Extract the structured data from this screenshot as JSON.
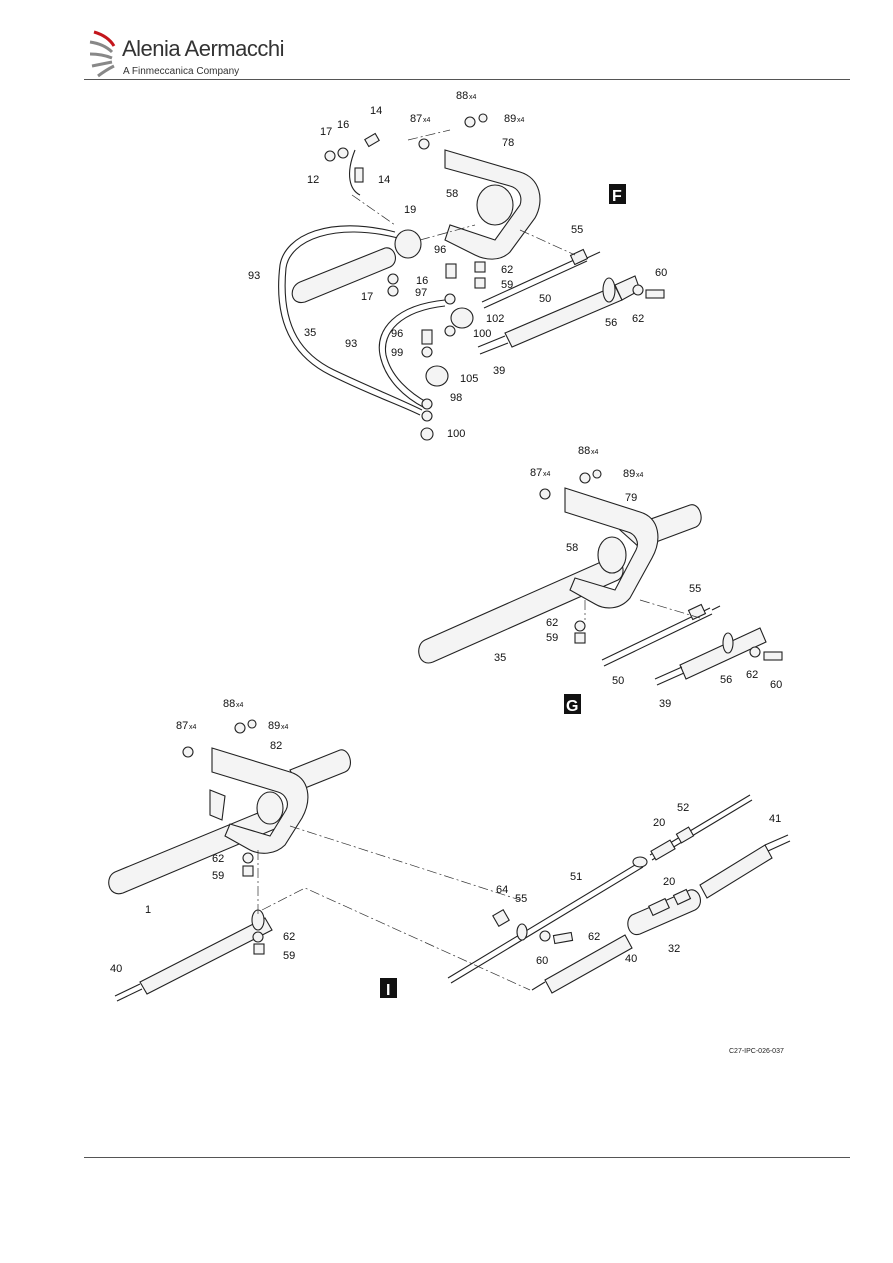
{
  "header": {
    "logo_name": "Alenia Aermacchi",
    "logo_subtitle": "A Finmeccanica Company"
  },
  "figure": {
    "reference": "C27-IPC-026-037",
    "views": [
      "F",
      "G",
      "I"
    ],
    "view_f_labels": [
      "14",
      "17",
      "16",
      "14",
      "12",
      "19",
      "93",
      "16",
      "17",
      "35",
      "93",
      "96",
      "97",
      "96",
      "99",
      "102",
      "100",
      "105",
      "98",
      "100",
      "88",
      "x4",
      "87",
      "x4",
      "89",
      "x4",
      "78",
      "58",
      "62",
      "59",
      "55",
      "50",
      "60",
      "56",
      "62",
      "39"
    ],
    "view_g_labels": [
      "88",
      "x4",
      "87",
      "x4",
      "89",
      "x4",
      "79",
      "58",
      "55",
      "35",
      "62",
      "59",
      "50",
      "56",
      "62",
      "60",
      "39"
    ],
    "view_i_labels": [
      "88",
      "x4",
      "87",
      "x4",
      "89",
      "x4",
      "82",
      "62",
      "59",
      "1",
      "62",
      "59",
      "40",
      "52",
      "41",
      "20",
      "51",
      "20",
      "64",
      "55",
      "62",
      "60",
      "40",
      "32"
    ]
  }
}
